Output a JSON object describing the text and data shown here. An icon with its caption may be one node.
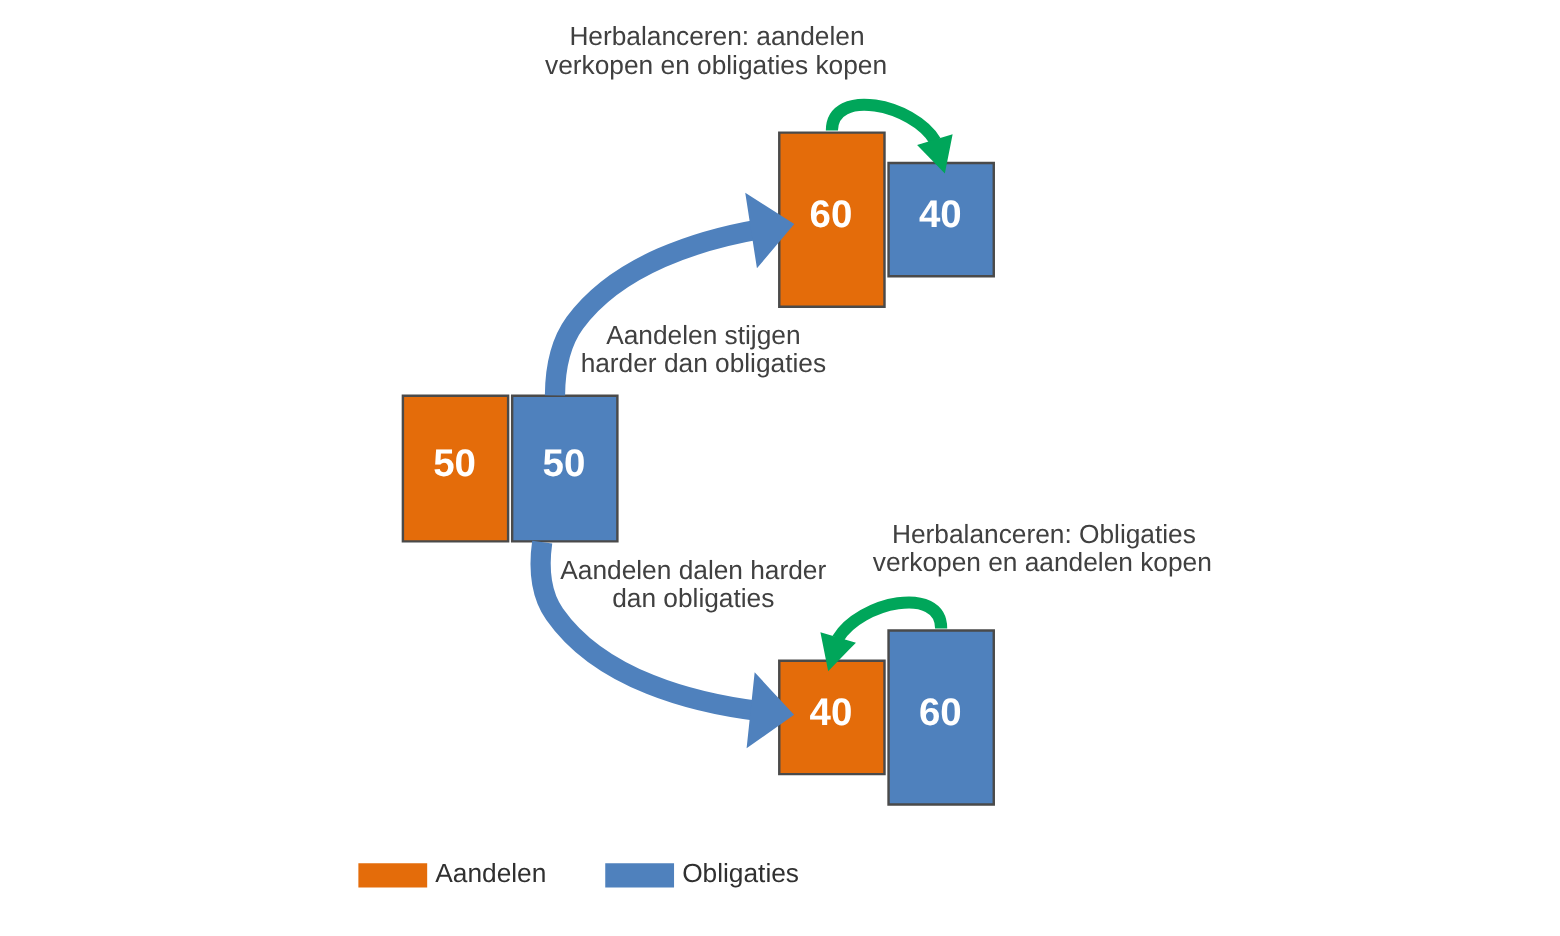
{
  "diagram": {
    "nodes": [
      {
        "text": [
          "50"
        ]
      },
      {
        "text": [
          "50"
        ]
      },
      {
        "text": [
          "60"
        ]
      },
      {
        "text": [
          "40"
        ]
      },
      {
        "text": [
          "40"
        ]
      },
      {
        "text": [
          "60"
        ]
      }
    ],
    "edges": [
      {
        "from": 1,
        "to": 2,
        "arrow": "to",
        "label": "Aandelen stijgen harder dan obligaties",
        "color": "#4f81bd"
      },
      {
        "from": 1,
        "to": 4,
        "arrow": "to",
        "label": "Aandelen dalen harder dan obligaties",
        "color": "#4f81bd"
      },
      {
        "from": 2,
        "to": 3,
        "arrow": "to",
        "label": "Herbalanceren: aandelen verkopen en obligaties kopen",
        "color": "#00a65a"
      },
      {
        "from": 5,
        "to": 4,
        "arrow": "to",
        "label": "Herbalanceren: Obligaties verkopen en aandelen kopen",
        "color": "#00a65a"
      }
    ],
    "legend": [
      {
        "text": "Aandelen",
        "color": "#e46c0a"
      },
      {
        "text": "Obligaties",
        "color": "#4f81bd"
      }
    ]
  }
}
